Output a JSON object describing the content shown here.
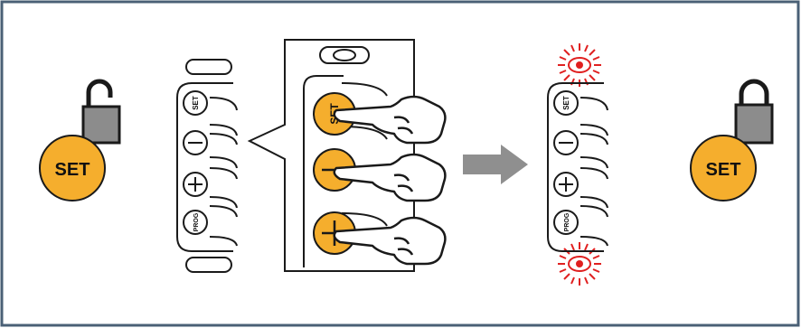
{
  "colors": {
    "frame": "#4a6076",
    "orange": "#f5ae2d",
    "lock_gray": "#8c8c8c",
    "arrow_gray": "#8f8f8f",
    "led_red": "#e02020",
    "outline": "#1a1a1a"
  },
  "icons": [
    "unlocked-padlock-icon",
    "locked-padlock-icon",
    "pointing-hand-icon",
    "blinking-led-icon",
    "right-arrow-icon"
  ],
  "left_set_button": {
    "label": "SET"
  },
  "right_set_button": {
    "label": "SET"
  },
  "keypad": {
    "set": "SET",
    "prog": "PROG"
  },
  "zoom_keypad": {
    "set": "SET"
  },
  "result_keypad": {
    "set": "SET",
    "prog": "PROG"
  }
}
